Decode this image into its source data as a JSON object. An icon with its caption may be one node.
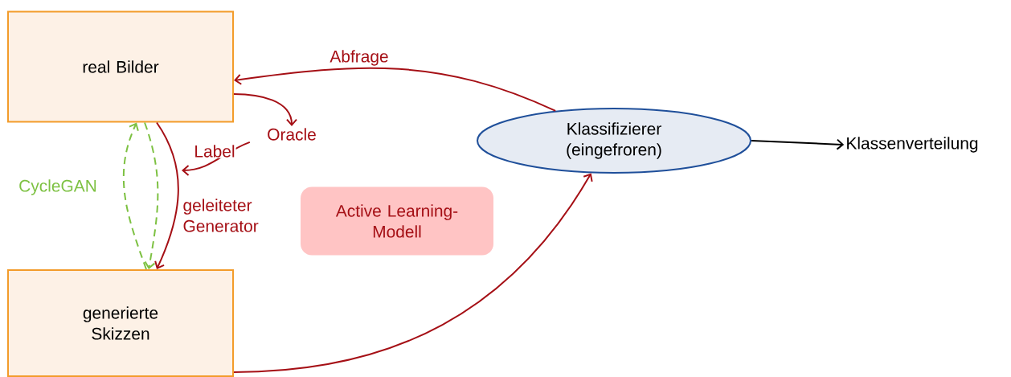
{
  "diagram": {
    "nodes": [
      {
        "text": [
          "real Bilder"
        ]
      },
      {
        "text": [
          "generierte Skizzen"
        ]
      },
      {
        "text": [
          "Klassifizierer (eingefroren)"
        ]
      },
      {
        "text": [
          "Klassenverteilung"
        ]
      },
      {
        "text": [
          "Oracle"
        ]
      },
      {
        "text": [
          "Active Learning-Modell"
        ]
      }
    ],
    "edges": [
      {
        "from": 2,
        "to": 0,
        "arrow": "to",
        "label": "Abfrage"
      },
      {
        "from": 0,
        "to": 4,
        "arrow": "to"
      },
      {
        "from": 4,
        "to": null,
        "arrow": "to",
        "label": "Label"
      },
      {
        "from": 0,
        "to": 1,
        "arrow": "to",
        "label": "geleiteter Generator"
      },
      {
        "from": 1,
        "to": 0,
        "arrow": "to",
        "style": "dashed",
        "color": "#7dc142",
        "label": "CycleGAN"
      },
      {
        "from": 0,
        "to": 1,
        "arrow": "to",
        "style": "dashed",
        "color": "#7dc142"
      },
      {
        "from": 1,
        "to": 2,
        "arrow": "to"
      },
      {
        "from": 2,
        "to": 3,
        "arrow": "to",
        "color": "#000000"
      }
    ]
  }
}
